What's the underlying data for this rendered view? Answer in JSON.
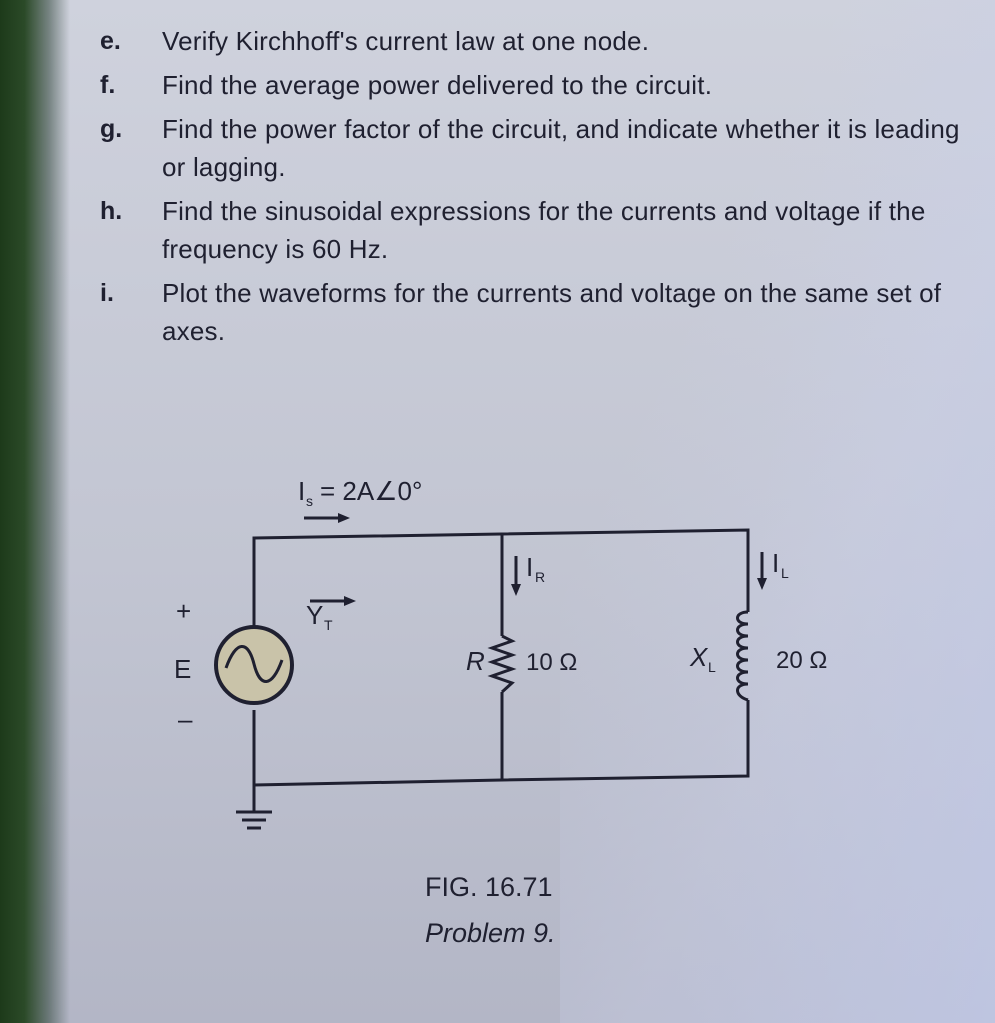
{
  "problems": [
    {
      "letter": "e.",
      "text": "Verify Kirchhoff's current law at one node."
    },
    {
      "letter": "f.",
      "text": "Find the average power delivered to the circuit."
    },
    {
      "letter": "g.",
      "text": "Find the power factor of the circuit, and indicate whether it is leading or lagging."
    },
    {
      "letter": "h.",
      "text": "Find the sinusoidal expressions for the currents and voltage if the frequency is 60 Hz."
    },
    {
      "letter": "i.",
      "text": "Plot the waveforms for the currents and voltage on the same set of axes."
    }
  ],
  "circuit": {
    "source_current": "Is = 2A∠0°",
    "source_current_symbol": "I",
    "source_current_sub": "s",
    "source_current_value": "= 2A∠0°",
    "admittance_symbol": "Y",
    "admittance_sub": "T",
    "source_label": "E",
    "plus": "+",
    "minus": "–",
    "resistor_current_symbol": "I",
    "resistor_current_sub": "R",
    "inductor_current_symbol": "I",
    "inductor_current_sub": "L",
    "resistor_label": "R",
    "resistor_value": "10 Ω",
    "inductor_label": "X",
    "inductor_sub": "L",
    "inductor_value": "20 Ω"
  },
  "caption": {
    "figure": "FIG. 16.71",
    "problem": "Problem 9."
  }
}
